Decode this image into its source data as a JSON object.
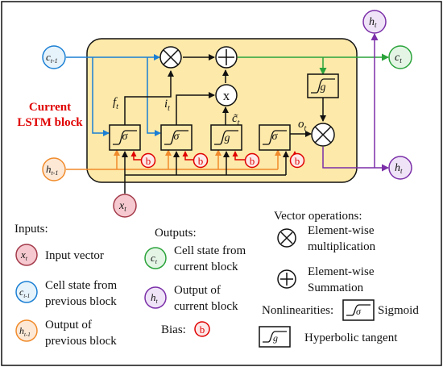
{
  "block_label": {
    "line1": "Current",
    "line2": "LSTM block",
    "color": "#e00000"
  },
  "variables": {
    "c_prev": {
      "base": "c",
      "sub": "t-1"
    },
    "h_prev": {
      "base": "h",
      "sub": "t-1"
    },
    "x_t": {
      "base": "x",
      "sub": "t"
    },
    "c_t": {
      "base": "c",
      "sub": "t"
    },
    "h_t": {
      "base": "h",
      "sub": "t"
    },
    "f_t": {
      "base": "f",
      "sub": "t"
    },
    "i_t": {
      "base": "i",
      "sub": "t"
    },
    "o_t": {
      "base": "o",
      "sub": "t"
    },
    "c_tilde": {
      "base": "c̃",
      "sub": "t"
    }
  },
  "gates": {
    "sigma": "σ",
    "g": "g"
  },
  "operators": {
    "mult": "×",
    "add": "+",
    "x": "x"
  },
  "bias_symbol": "b",
  "legend": {
    "inputs_title": "Inputs:",
    "input_vector": "Input vector",
    "cell_prev_1": "Cell state from",
    "cell_prev_2": "previous block",
    "out_prev_1": "Output of",
    "out_prev_2": "previous block",
    "outputs_title": "Outputs:",
    "cell_cur_1": "Cell state from",
    "cell_cur_2": "current block",
    "out_cur_1": "Output of",
    "out_cur_2": "current block",
    "bias_label": "Bias:",
    "vector_ops_title": "Vector operations:",
    "ew_mult_1": "Element-wise",
    "ew_mult_2": "multiplication",
    "ew_sum_1": "Element-wise",
    "ew_sum_2": "Summation",
    "nonlin_label": "Nonlinearities:",
    "sigmoid_label": "Sigmoid",
    "tanh_label": "Hyperbolic tangent"
  },
  "colors": {
    "block_fill": "#fde9a9",
    "cell_line": "#2aa33a",
    "output_line": "#7b2fa8",
    "input_line": "#f08a2a",
    "c_prev_circle_stroke": "#1a7fd4",
    "c_prev_circle_fill": "#e6f3fb",
    "h_prev_circle_stroke": "#f08a2a",
    "h_prev_circle_fill": "#fde8d6",
    "x_circle_stroke": "#a33a4a",
    "x_circle_fill": "#f5c9cf",
    "c_t_circle_stroke": "#2aa33a",
    "c_t_circle_fill": "#e4f5e6",
    "h_t_circle_stroke": "#7b2fa8",
    "h_t_circle_fill": "#efe4f7",
    "bias": "#e00000",
    "bias_fill": "#fde8e8"
  }
}
